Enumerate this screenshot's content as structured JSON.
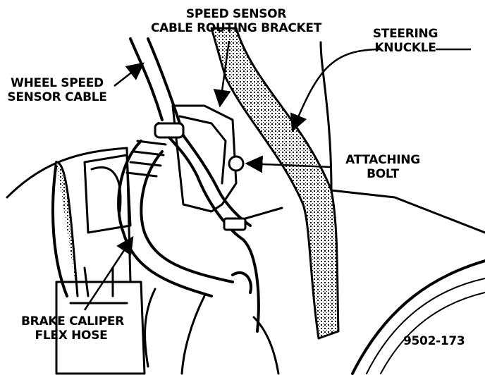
{
  "labels": {
    "speed_sensor_bracket": [
      "SPEED SENSOR",
      "CABLE ROUTING BRACKET"
    ],
    "steering_knuckle": [
      "STEERING",
      "KNUCKLE"
    ],
    "wheel_speed_sensor_cable": [
      "WHEEL SPEED",
      "SENSOR CABLE"
    ],
    "attaching_bolt": [
      "ATTACHING",
      "BOLT"
    ],
    "brake_caliper_flex_hose": [
      "BRAKE CALIPER",
      "FLEX HOSE"
    ]
  },
  "figure_number": "9502-173"
}
